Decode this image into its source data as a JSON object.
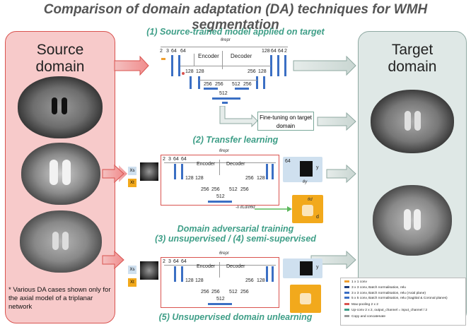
{
  "title": "Comparison of domain adaptation (DA) techniques for WMH segmentation",
  "source_panel": {
    "label": "Source domain"
  },
  "target_panel": {
    "label": "Target domain"
  },
  "sections": {
    "s1": "(1) Source-trained model applied on target",
    "s2": "(2) Transfer learning",
    "s3a": "Domain adversarial training",
    "s3b": "(3) unsupervised / (4) semi-supervised",
    "s5": "(5) Unsupervised domain unlearning"
  },
  "fine_tuning": "Fine-tuning on target domain",
  "network": {
    "encoder": "Encoder",
    "decoder": "Decoder",
    "theta_repr": "θrepr",
    "enc_channels_1": [
      "2",
      "3",
      "64",
      "64"
    ],
    "dec_channels_1": [
      "128",
      "64",
      "64",
      "2"
    ],
    "c128": "128",
    "c256": "256",
    "c512": "512"
  },
  "inputs": {
    "xs": "Xs",
    "xt": "Xt"
  },
  "heads": {
    "y": "y",
    "theta_y": "θy",
    "theta_d": "θd",
    "d": "d",
    "grad": "-λ ∂Ld/∂θd"
  },
  "note": "* Various DA cases shown only for the axial model of a triplanar network",
  "legend": [
    {
      "label": "1 x 1 conv",
      "color": "#f0a030"
    },
    {
      "label": "3 x 3 conv, Batch normalisation, relu",
      "color": "#1f3d7a"
    },
    {
      "label": "3 x 3 conv, Batch normalisation, relu (Axial plane)",
      "color": "#3b6fc4"
    },
    {
      "label": "5 x 5 conv, Batch normalisation, relu (Sagittal & Coronal planes)",
      "color": "#3b6fc4"
    },
    {
      "label": "Max-pooling 2 x 2",
      "color": "#d9534f"
    },
    {
      "label": "Up-conv 2 x 2, output_channel = input_channel / 2",
      "color": "#3e9e87"
    },
    {
      "label": "Copy and concatenate",
      "color": "#999999"
    }
  ]
}
